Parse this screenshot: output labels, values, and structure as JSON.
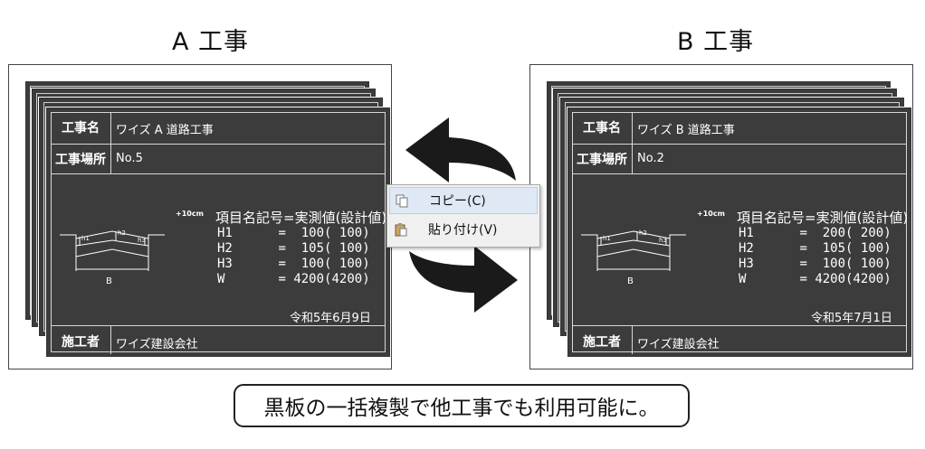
{
  "left": {
    "title": "A 工事",
    "labels": {
      "name": "工事名",
      "place": "工事場所",
      "builder": "施工者"
    },
    "project_name": "ワイズ A 道路工事",
    "location": "No.5",
    "formula_header": "項目名記号=実測値(設計値)",
    "rows": [
      {
        "name": "H1",
        "eq": "=",
        "actual": "100",
        "design": "100"
      },
      {
        "name": "H2",
        "eq": "=",
        "actual": "105",
        "design": "100"
      },
      {
        "name": "H3",
        "eq": "=",
        "actual": "100",
        "design": "100"
      },
      {
        "name": "W",
        "eq": "=",
        "actual": "4200",
        "design": "4200"
      }
    ],
    "plus_label": "+10cm",
    "diagram_b_label": "B",
    "date": "令和5年6月9日",
    "contractor": "ワイズ建設会社"
  },
  "right": {
    "title": "B 工事",
    "labels": {
      "name": "工事名",
      "place": "工事場所",
      "builder": "施工者"
    },
    "project_name": "ワイズ B 道路工事",
    "location": "No.2",
    "formula_header": "項目名記号=実測値(設計値)",
    "rows": [
      {
        "name": "H1",
        "eq": "=",
        "actual": "200",
        "design": "200"
      },
      {
        "name": "H2",
        "eq": "=",
        "actual": "105",
        "design": "100"
      },
      {
        "name": "H3",
        "eq": "=",
        "actual": "100",
        "design": "100"
      },
      {
        "name": "W",
        "eq": "=",
        "actual": "4200",
        "design": "4200"
      }
    ],
    "plus_label": "+10cm",
    "diagram_b_label": "B",
    "date": "令和5年7月1日",
    "contractor": "ワイズ建設会社"
  },
  "context_menu": {
    "items": [
      {
        "label": "コピー(C)",
        "icon": "copy-icon"
      },
      {
        "label": "貼り付け(V)",
        "icon": "paste-icon"
      }
    ]
  },
  "caption": "黒板の一括複製で他工事でも利用可能に。",
  "colors": {
    "board": "#3c3c3c",
    "menu_highlight": "#dfe9f5"
  }
}
